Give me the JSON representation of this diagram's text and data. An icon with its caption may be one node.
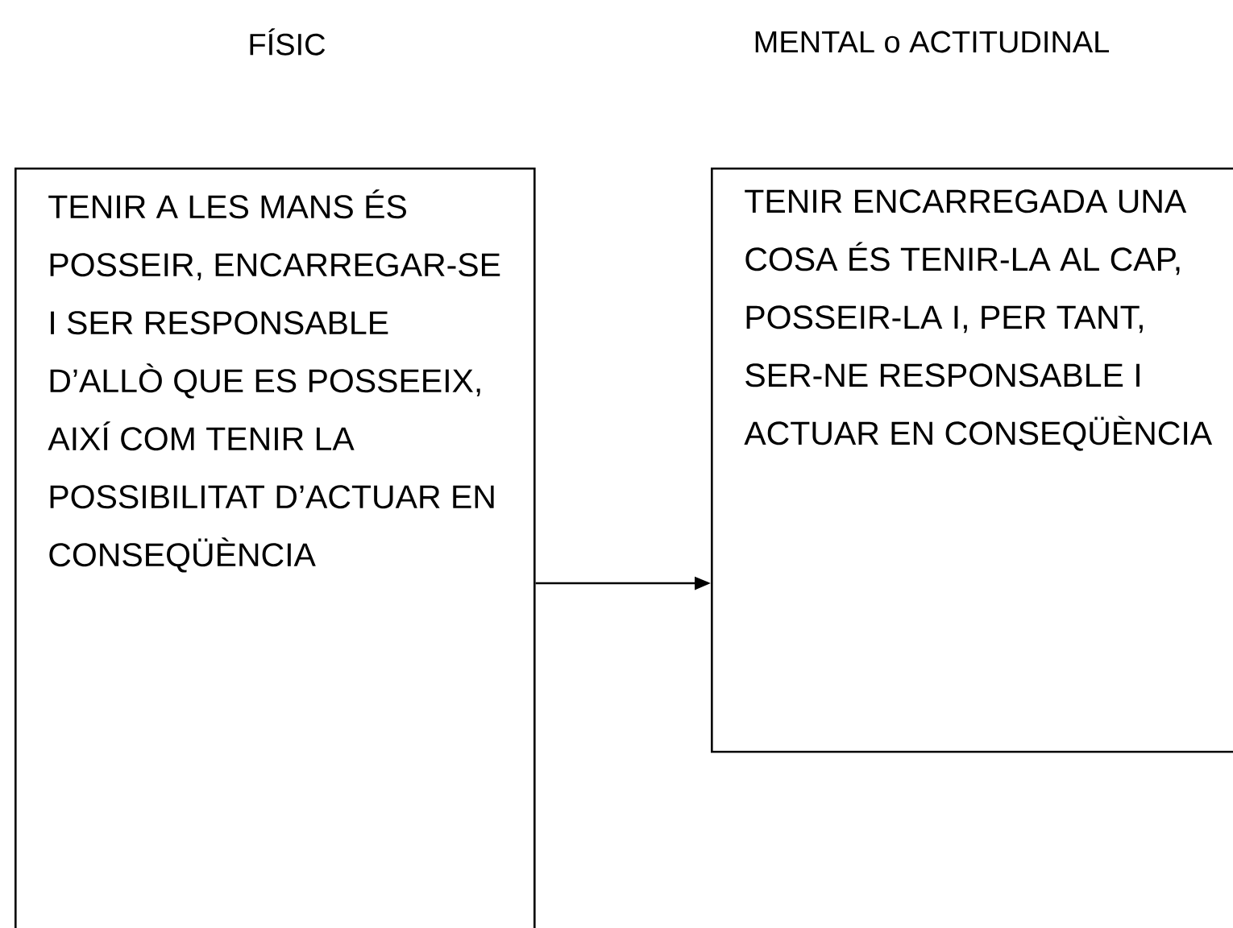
{
  "diagram": {
    "nodes": [
      {
        "text": [
          "TENIR A LES MANS ÉS POSSEIR, ENCARREGAR-SE I SER RESPONSABLE D’ALLÒ QUE ES POSSEEIX, AIXÍ COM TENIR LA POSSIBILITAT D’ACTUAR EN CONSEQÜÈNCIA"
        ]
      },
      {
        "text": [
          "TENIR ENCARREGADA UNA COSA ÉS TENIR-LA AL CAP, POSSEIR-LA I, PER TANT, SER-NE RESPONSABLE I ACTUAR EN CONSEQÜÈNCIA"
        ]
      }
    ],
    "edges": [
      {
        "from": 0,
        "to": 1,
        "arrow": "to"
      }
    ],
    "labels": [
      "FÍSIC",
      "MENTAL o ACTITUDINAL"
    ]
  }
}
